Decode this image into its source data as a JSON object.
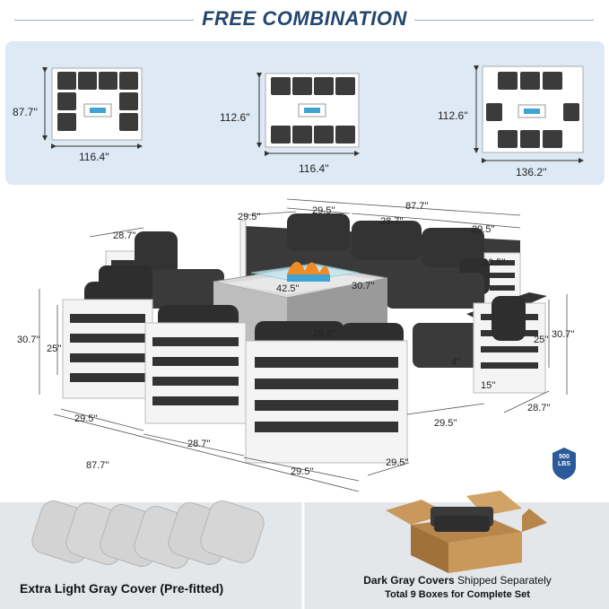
{
  "title": "FREE COMBINATION",
  "combinations": [
    {
      "height": "87.7''",
      "width": "116.4''"
    },
    {
      "height": "112.6''",
      "width": "116.4''"
    },
    {
      "height": "112.6''",
      "width": "136.2''"
    }
  ],
  "dimensions": {
    "top_29_5_left": "29.5''",
    "top_29_5_mid": "29.5''",
    "top_87_7": "87.7''",
    "top_28_7": "28.7''",
    "top_29_5_right": "29.5''",
    "left_28_7": "28.7''",
    "table_42_5": "42.5''",
    "table_30_7": "30.7''",
    "table_25_6": "25.6''",
    "arm_20_5": "20.5''",
    "left_30_7": "30.7''",
    "left_25": "25''",
    "right_25": "25''",
    "right_30_7": "30.7''",
    "cushion_4": "4''",
    "right_15": "15''",
    "right_28_7": "28.7''",
    "bottom_29_5_right": "29.5''",
    "bottom_29_5_a": "29.5''",
    "bottom_28_7": "28.7''",
    "bottom_87_7": "87.7''",
    "bottom_29_5_b": "29.5''",
    "bottom_29_5_c": "29.5''"
  },
  "badge": {
    "line1": "500",
    "line2": "LBS"
  },
  "cover_caption": "Extra Light Gray Cover (Pre-fitted)",
  "shipping": {
    "highlight": "Dark Gray Covers",
    "rest": " Shipped Separately",
    "line2": "Total 9 Boxes for Complete Set"
  },
  "colors": {
    "title": "#24476e",
    "panel": "#dde9f4",
    "cushion": "#3b3b3b",
    "frame": "#ffffff",
    "fire_glass": "#3fa3d6"
  }
}
